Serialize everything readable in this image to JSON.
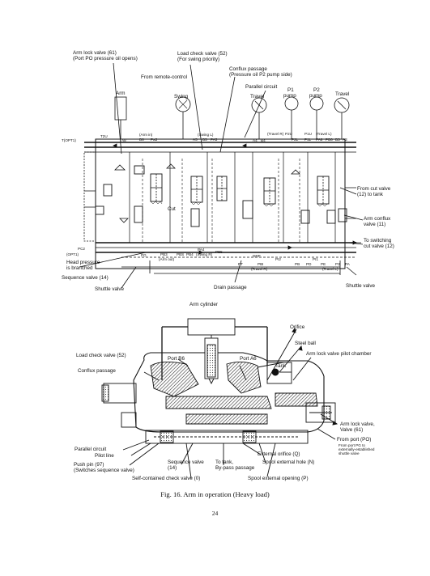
{
  "top_diagram": {
    "callouts": {
      "arm_lock_valve": "Arm lock valve (61)",
      "port_po": "(Port PO pressure oil opens)",
      "load_check_valve": "Load check valve (52)",
      "for_swing": "(For swing priority)",
      "conflux_passage": "Conflux passage",
      "pressure_oil_p2": "(Pressure oil P2 pump side)",
      "from_remote_control": "From remote-control",
      "parallel_circuit": "Parallel circuit",
      "arm": "Arm",
      "swing": "Swing",
      "travel_left": "Travel",
      "p1_pump_a": "P1",
      "p1_pump_b": "pump",
      "p2_pump_a": "P2",
      "p2_pump_b": "pump",
      "travel_right": "Travel",
      "from_cut_valve_a": "From cut valve",
      "from_cut_valve_b": "(12) to tank",
      "arm_conflux_a": "Arm conflux",
      "arm_conflux_b": "valve (11)",
      "to_switching_a": "To switching",
      "to_switching_b": "cut valve (12)",
      "head_pressure_a": "Head pressure",
      "head_pressure_b": "is branched",
      "sequence_valve": "Sequence valve (14)",
      "shuttle_valve_left": "Shuttle valve",
      "drain_passage": "Drain passage",
      "shuttle_valve_right": "Shuttle valve",
      "cut": "Cut"
    },
    "ports": {
      "t_opt1": "T(OPT1)",
      "t2u": "T2U",
      "a8": "A8",
      "arm_in": "(Arm in)",
      "b6": "B6",
      "pa3": "Pa3",
      "swing_l": "(Swing L)",
      "a5": "A5",
      "b5": "B5",
      "pa5": "PA5",
      "a4": "A4",
      "b4": "B4",
      "travel_r": "(Travel R)",
      "p2u": "P2U",
      "p2l": "P2L",
      "p1u": "P1U",
      "p1l": "P1L",
      "travel_l": "(Travel L)",
      "pa6": "PA6",
      "pb6": "PB6",
      "a3": "A3",
      "b3": "B3",
      "pc2": "PC2",
      "opt1": "(OPT1)",
      "pg": "PG",
      "pb3": "PB3",
      "arm_out": "(Arm out)",
      "pa4": "PA4",
      "swing_r": "(Swing R)",
      "pbs": "PBS",
      "pb4": "PB4",
      "pb5": "PB5",
      "drp": "DRP",
      "pt": "PT",
      "pbi": "PBI",
      "travel_r2": "(Travel R)",
      "pb": "PB",
      "pd": "PD",
      "pe": "PE",
      "pi2": "PI2",
      "pi1": "PI1",
      "travel_l2": "(Travel L)",
      "p3": "P3",
      "pa": "PA"
    }
  },
  "bottom_diagram": {
    "callouts": {
      "arm_cylinder": "Arm cylinder",
      "orifice": "Orifice",
      "steel_ball": "Steel ball",
      "load_check_valve": "Load check valve (52)",
      "port_b6": "Port B6",
      "port_a6": "Port A6",
      "arm_lock_pilot": "Arm lock valve pilot chamber",
      "conflux_passage": "Conflux passage",
      "tank": "Tank",
      "arm_lock_valve_a": "Arm lock valve,",
      "arm_lock_valve_b": "Valve (61)",
      "from_port_po": "From port (PO)",
      "from_port_pg_a": "From port PG to",
      "from_port_pg_b": "externally-established",
      "from_port_pg_c": "shuttle valve",
      "parallel_circuit": "Parallel circuit",
      "pilot_line": "Pilot line",
      "push_pin": "Push pin (97)",
      "switches_sequence": "(Switches sequence valve)",
      "sequence_valve_a": "Sequence valve",
      "sequence_valve_b": "(14)",
      "to_tank": "To tank,",
      "bypass_passage": "By-pass passage",
      "external_orifice": "External orifice (Q)",
      "spool_external_hole": "Spool external hole (N)",
      "self_contained_check": "Self-contained check valve (0)",
      "spool_external_opening": "Spool external opening (P)"
    }
  },
  "caption": "Fig. 16.  Arm in operation (Heavy load)",
  "page_number": "24",
  "colors": {
    "ink": "#111111",
    "paper": "#ffffff",
    "hatch": "#333333"
  }
}
